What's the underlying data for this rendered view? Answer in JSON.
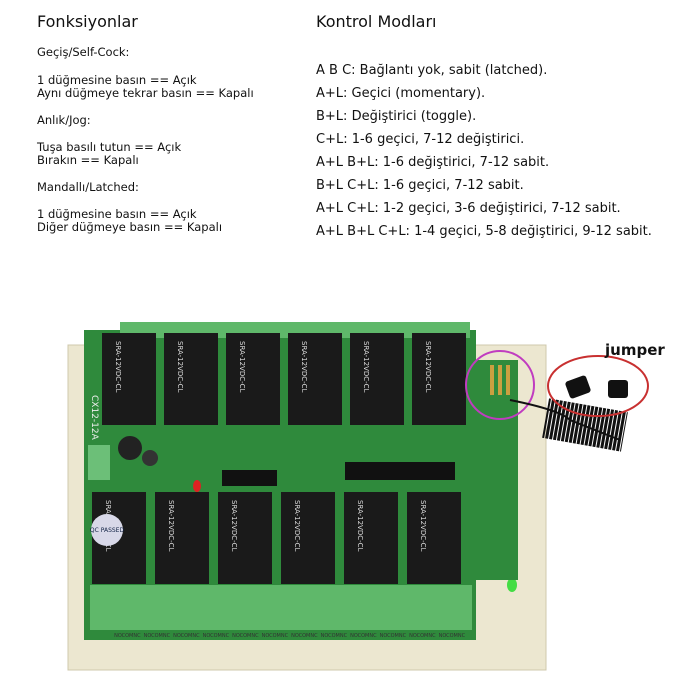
{
  "functions": {
    "title": "Fonksiyonlar",
    "sections": [
      {
        "heading": "Geçiş/Self-Cock:",
        "lines": [
          "1 düğmesine basın == Açık",
          "Aynı düğmeye tekrar basın == Kapalı"
        ]
      },
      {
        "heading": "Anlık/Jog:",
        "lines": [
          "Tuşa basılı tutun == Açık",
          "Bırakın == Kapalı"
        ]
      },
      {
        "heading": "Mandallı/Latched:",
        "lines": [
          "1 düğmesine basın == Açık",
          "Diğer düğmeye basın == Kapalı"
        ]
      }
    ]
  },
  "modes": {
    "title": "Kontrol Modları",
    "items": [
      "A B C: Bağlantı yok, sabit (latched).",
      "A+L: Geçici (momentary).",
      "B+L: Değiştirici (toggle).",
      "C+L: 1-6 geçici, 7-12 değiştirici.",
      "A+L B+L: 1-6 değiştirici, 7-12 sabit.",
      "B+L C+L: 1-6 geçici, 7-12 sabit.",
      "A+L C+L: 1-2 geçici, 3-6 değiştirici, 7-12 sabit.",
      "A+L B+L C+L: 1-4 geçici, 5-8 değiştirici, 9-12 sabit."
    ]
  },
  "photo": {
    "jumper_label": "jumper",
    "relay_label": "SRA-12VDC-CL",
    "board_label": "CX12-12A",
    "qc_label": "QC PASSED",
    "terminal_labels": [
      "NO",
      "COM",
      "NC"
    ],
    "colors": {
      "pcb": "#2f8a3c",
      "terminal": "#5fb86a",
      "relay": "#1a1a1a",
      "base": "#ece7d0",
      "highlight_circle": "#c03cc0",
      "jumper_circle": "#c83030"
    }
  }
}
